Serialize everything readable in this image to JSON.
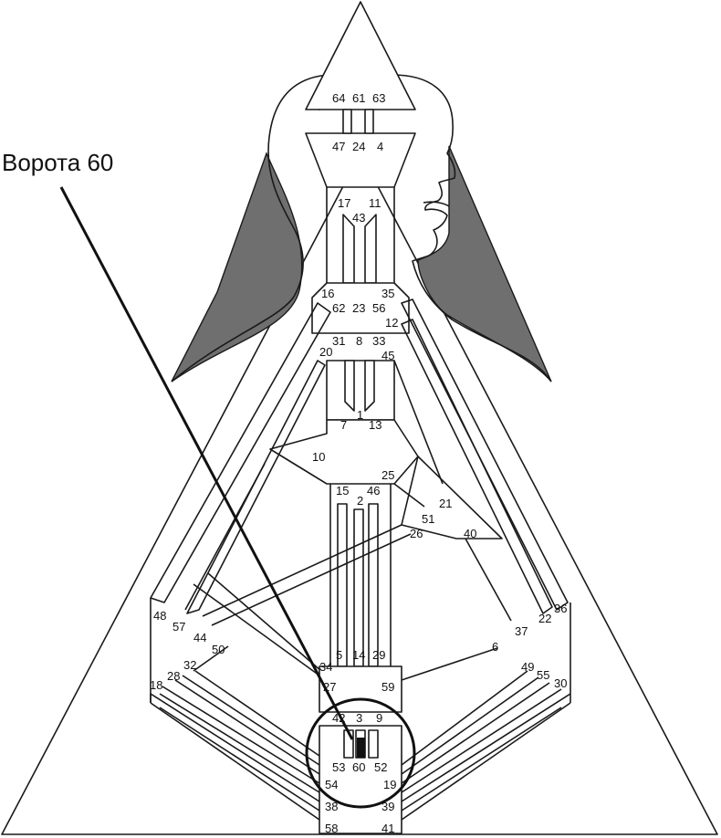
{
  "annotation": {
    "label": "Ворота 60"
  },
  "colors": {
    "line": "#1a1a1a",
    "shade": "#6f6f6f",
    "background": "#ffffff",
    "gate_fill": "#111111"
  },
  "gates": {
    "g64": "64",
    "g61": "61",
    "g63": "63",
    "g47": "47",
    "g24": "24",
    "g4": "4",
    "g17": "17",
    "g43": "43",
    "g11": "11",
    "g16": "16",
    "g62": "62",
    "g23": "23",
    "g56": "56",
    "g35": "35",
    "g12": "12",
    "g31": "31",
    "g8": "8",
    "g33": "33",
    "g20": "20",
    "g45": "45",
    "g7": "7",
    "g1": "1",
    "g13": "13",
    "g10": "10",
    "g25": "25",
    "g15": "15",
    "g2": "2",
    "g46": "46",
    "g21": "21",
    "g51": "51",
    "g26": "26",
    "g40": "40",
    "g48": "48",
    "g57": "57",
    "g44": "44",
    "g50": "50",
    "g36": "36",
    "g22": "22",
    "g37": "37",
    "g6": "6",
    "g5": "5",
    "g14": "14",
    "g29": "29",
    "g34": "34",
    "g32": "32",
    "g28": "28",
    "g18": "18",
    "g27": "27",
    "g59": "59",
    "g49": "49",
    "g55": "55",
    "g30": "30",
    "g42": "42",
    "g3": "3",
    "g9": "9",
    "g53": "53",
    "g60": "60",
    "g52": "52",
    "g54": "54",
    "g19": "19",
    "g38": "38",
    "g39": "39",
    "g58": "58",
    "g41": "41"
  }
}
